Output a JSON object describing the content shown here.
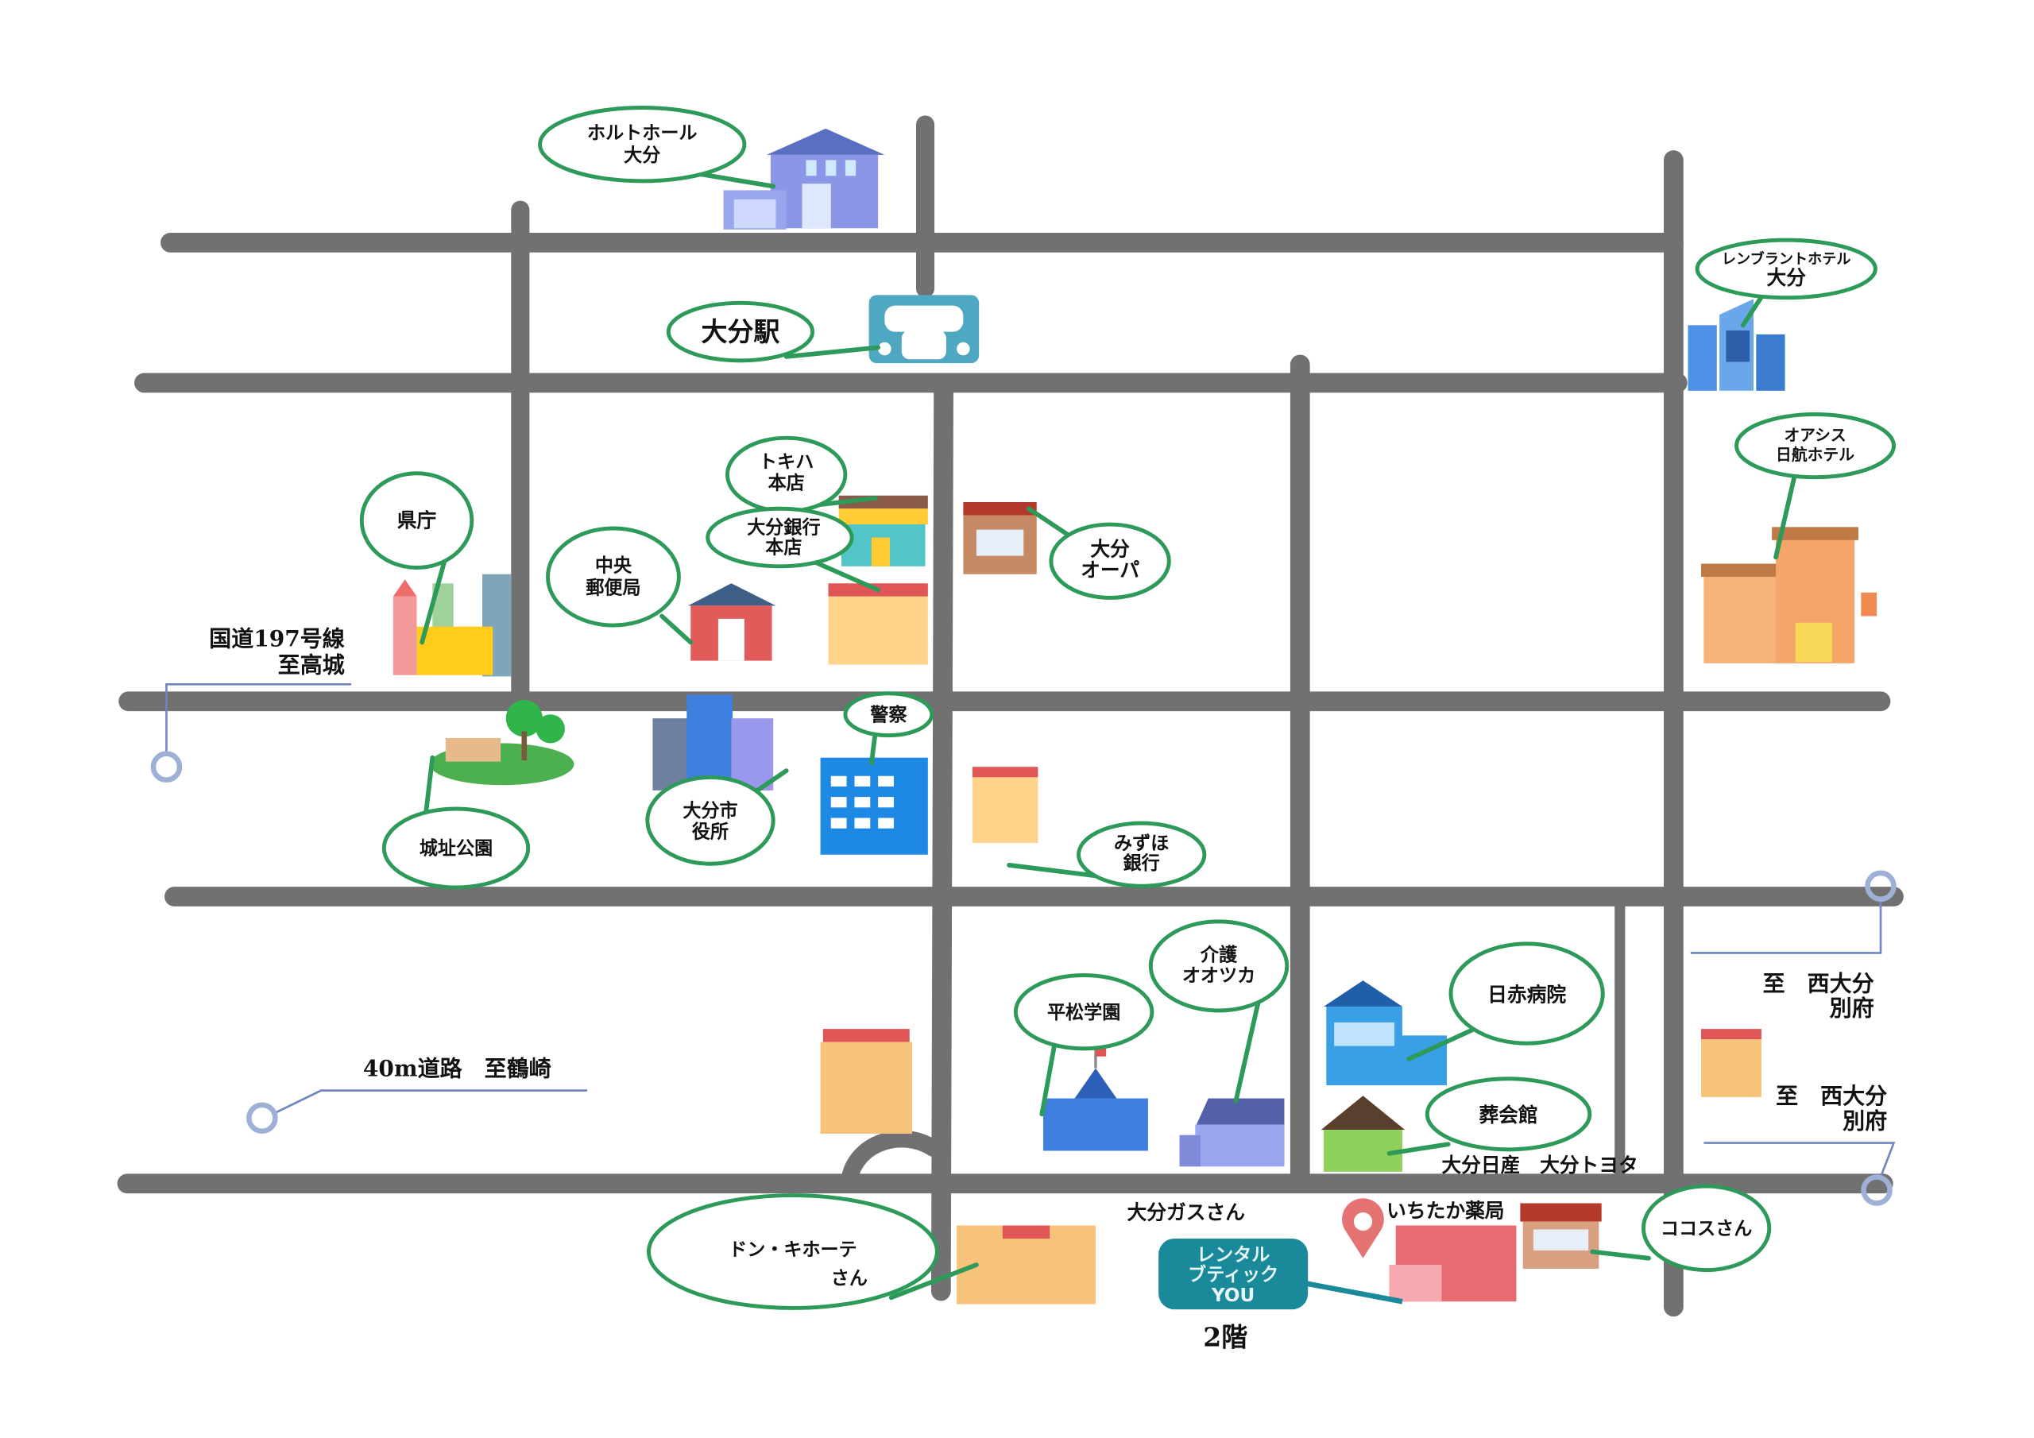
{
  "map": {
    "callouts": {
      "holtohall": [
        "ホルトホール",
        "大分"
      ],
      "oita_station": [
        "大分駅"
      ],
      "rembrandt": [
        "レンブラントホテル",
        "大分"
      ],
      "oasis": [
        "オアシス",
        "日航ホテル"
      ],
      "prefecture": [
        "県庁"
      ],
      "tokiwa": [
        "トキハ",
        "本店"
      ],
      "oita_bank": [
        "大分銀行",
        "本店"
      ],
      "post_office": [
        "中央",
        "郵便局"
      ],
      "opa": [
        "大分",
        "オーパ"
      ],
      "police": [
        "警察"
      ],
      "city_hall": [
        "大分市",
        "役所"
      ],
      "castle_park": [
        "城址公園"
      ],
      "mizuho": [
        "みずほ",
        "銀行"
      ],
      "kaigo": [
        "介護",
        "オオツカ"
      ],
      "hiramatsu": [
        "平松学園"
      ],
      "red_cross": [
        "日赤病院"
      ],
      "funeral_hall": [
        "葬会館"
      ],
      "donki": [
        "ドン・キホーテ",
        "さん"
      ],
      "cocos": [
        "ココスさん"
      ]
    },
    "destination": {
      "lines": [
        "レンタル",
        "ブティック",
        "YOU"
      ],
      "floor": "2階",
      "color": "#1a8a9a"
    },
    "labels": {
      "route197": [
        "国道197号線",
        "至高城"
      ],
      "road40m": "40m道路　至鶴崎",
      "nishi_oita_1": [
        "至　西大分",
        "別府"
      ],
      "nishi_oita_2": [
        "至　西大分",
        "別府"
      ],
      "dealers": "大分日産　大分トヨタ",
      "oita_gas": "大分ガスさん",
      "ichitaka": "いちたか薬局"
    },
    "colors": {
      "road": "#717171",
      "callout_border": "#2e9a5a",
      "connector": "#6f86bf",
      "pin": "#e57373"
    }
  }
}
